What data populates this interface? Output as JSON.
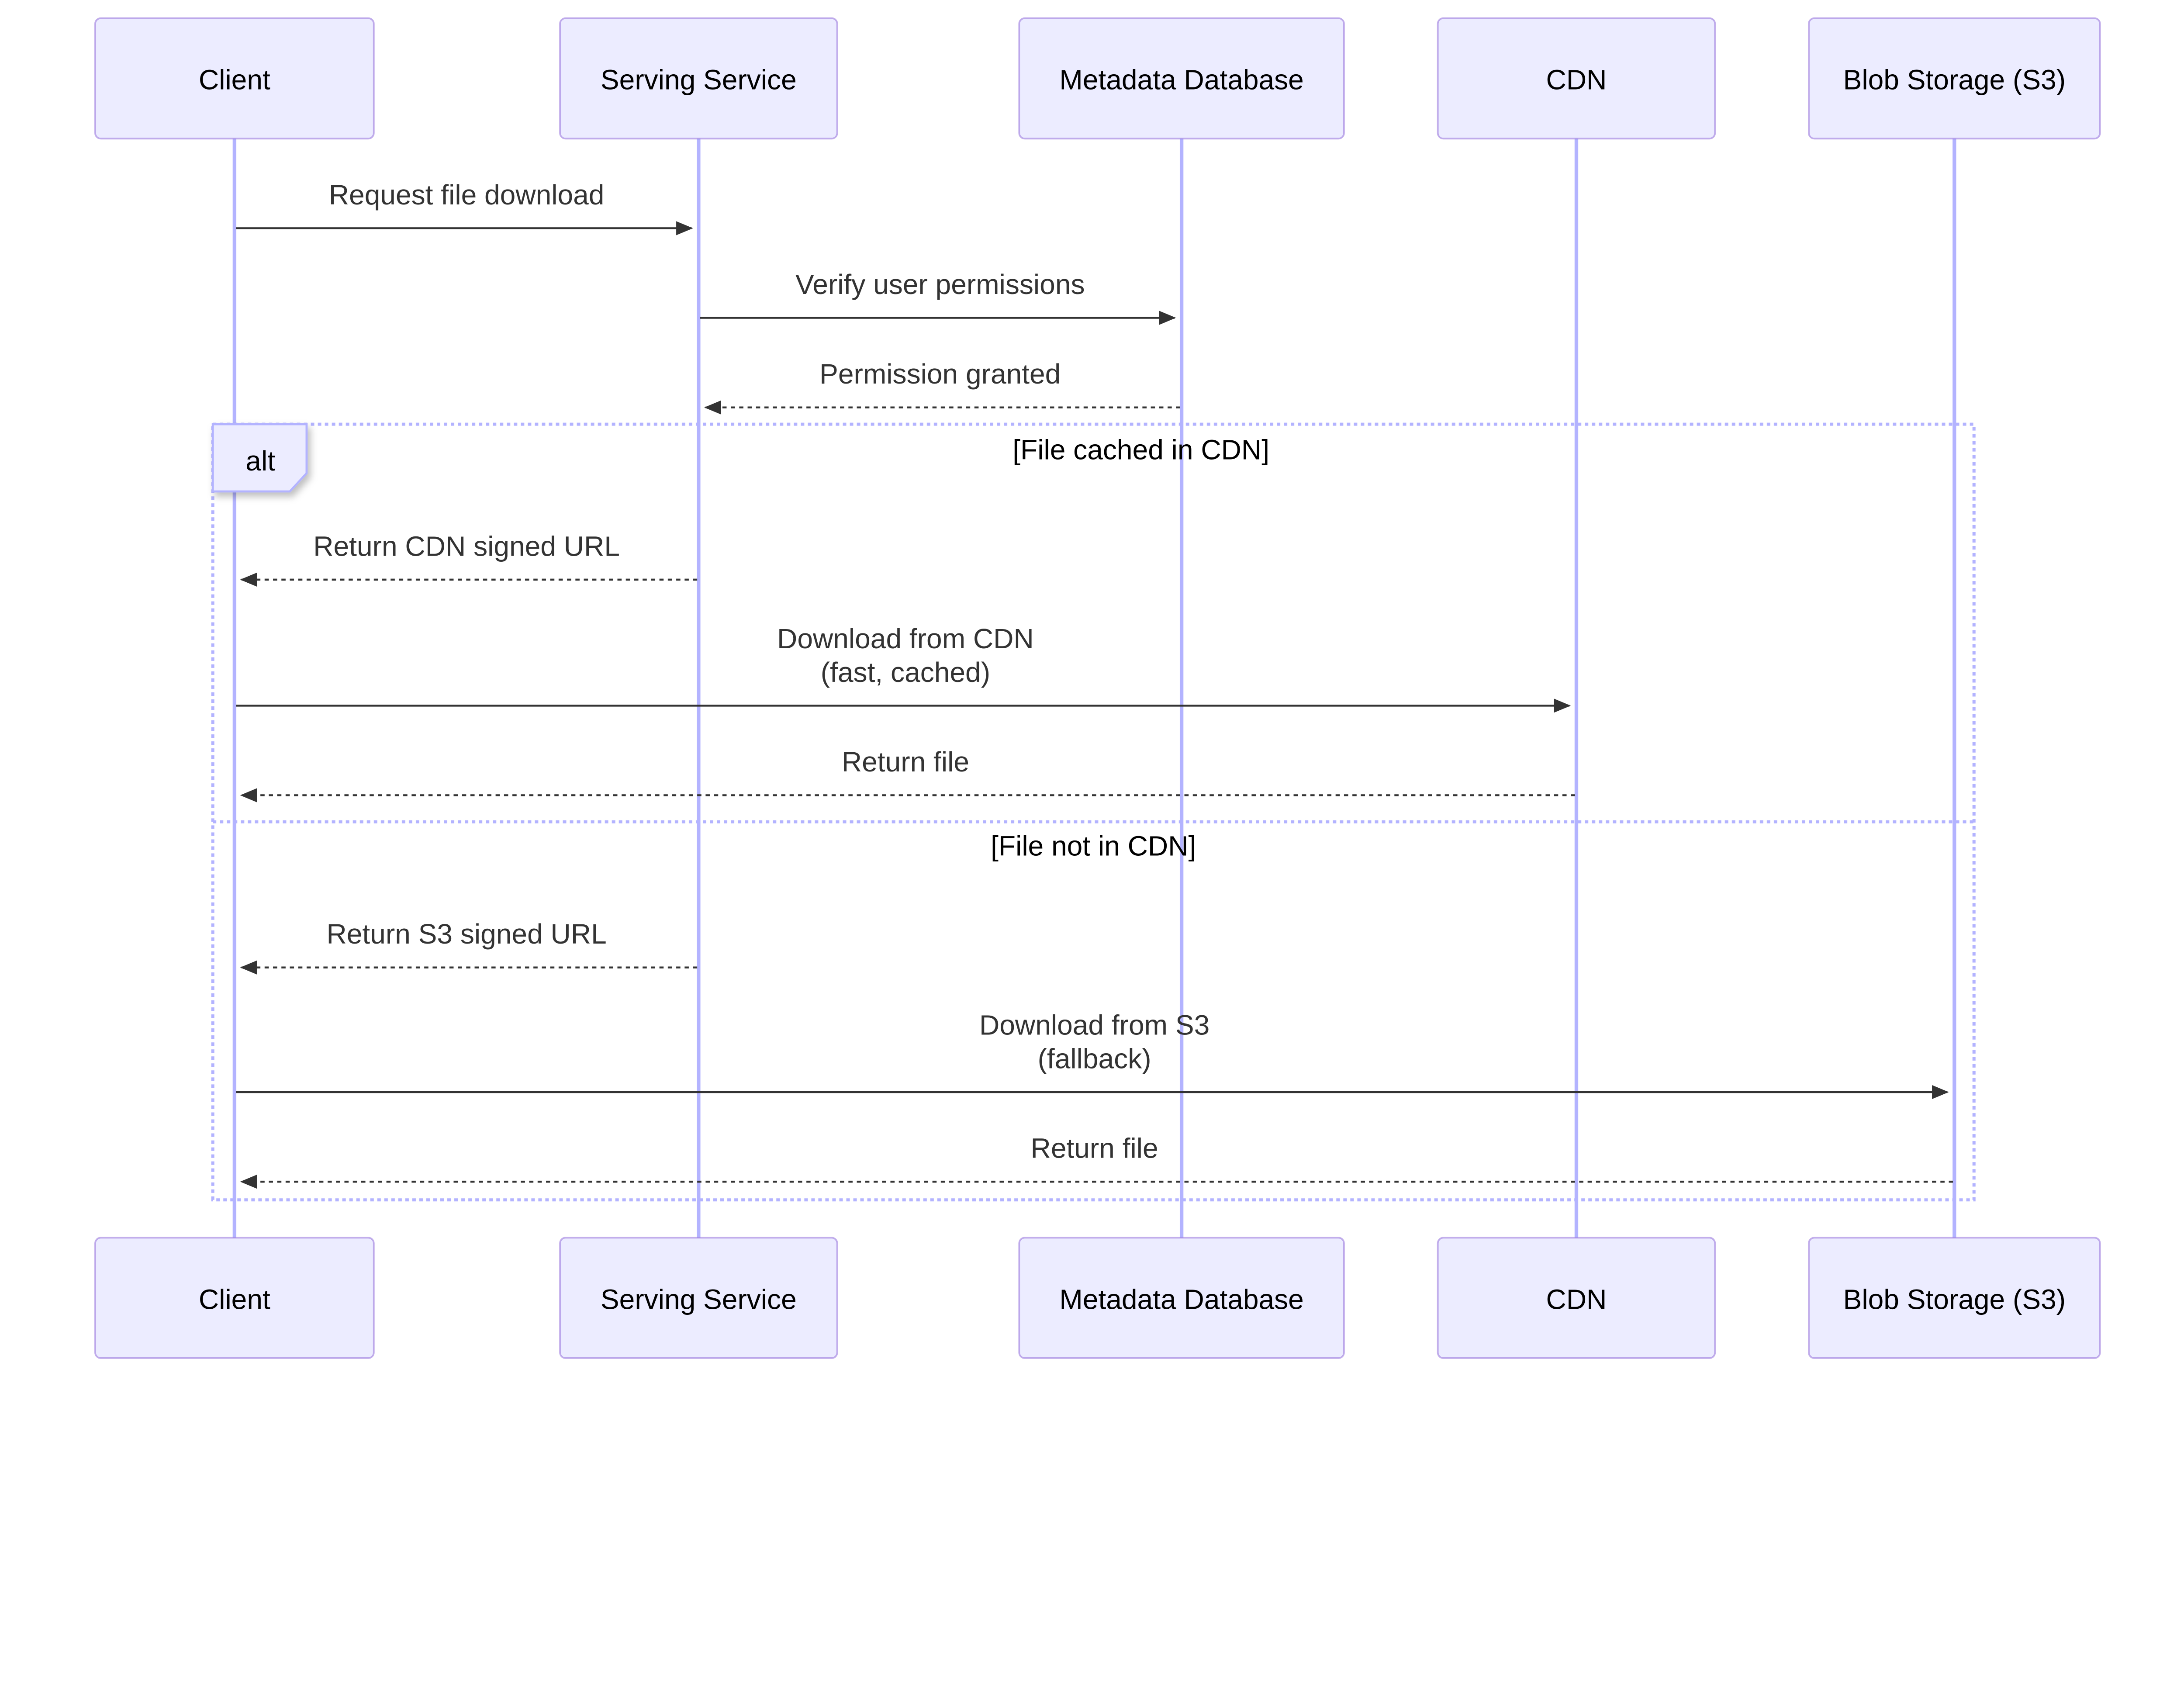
{
  "participants": [
    {
      "id": "client",
      "label": "Client"
    },
    {
      "id": "serving",
      "label": "Serving Service"
    },
    {
      "id": "metadata",
      "label": "Metadata Database"
    },
    {
      "id": "cdn",
      "label": "CDN"
    },
    {
      "id": "blob",
      "label": "Blob Storage (S3)"
    }
  ],
  "messages": [
    {
      "from": "client",
      "to": "serving",
      "dashed": false,
      "lines": [
        "Request file download"
      ]
    },
    {
      "from": "serving",
      "to": "metadata",
      "dashed": false,
      "lines": [
        "Verify user permissions"
      ]
    },
    {
      "from": "metadata",
      "to": "serving",
      "dashed": true,
      "lines": [
        "Permission granted"
      ]
    },
    {
      "from": "serving",
      "to": "client",
      "dashed": true,
      "lines": [
        "Return CDN signed URL"
      ]
    },
    {
      "from": "client",
      "to": "cdn",
      "dashed": false,
      "lines": [
        "Download from CDN",
        "(fast, cached)"
      ]
    },
    {
      "from": "cdn",
      "to": "client",
      "dashed": true,
      "lines": [
        "Return file"
      ]
    },
    {
      "from": "serving",
      "to": "client",
      "dashed": true,
      "lines": [
        "Return S3 signed URL"
      ]
    },
    {
      "from": "client",
      "to": "blob",
      "dashed": false,
      "lines": [
        "Download from S3",
        "(fallback)"
      ]
    },
    {
      "from": "blob",
      "to": "client",
      "dashed": true,
      "lines": [
        "Return file"
      ]
    }
  ],
  "alt_block": {
    "label": "alt",
    "sections": [
      {
        "condition": "[File cached in CDN]"
      },
      {
        "condition": "[File not in CDN]"
      }
    ]
  },
  "colors": {
    "actor_fill": "#ECECFF",
    "lifeline": "#b3b3ff",
    "arrow": "#333333"
  }
}
